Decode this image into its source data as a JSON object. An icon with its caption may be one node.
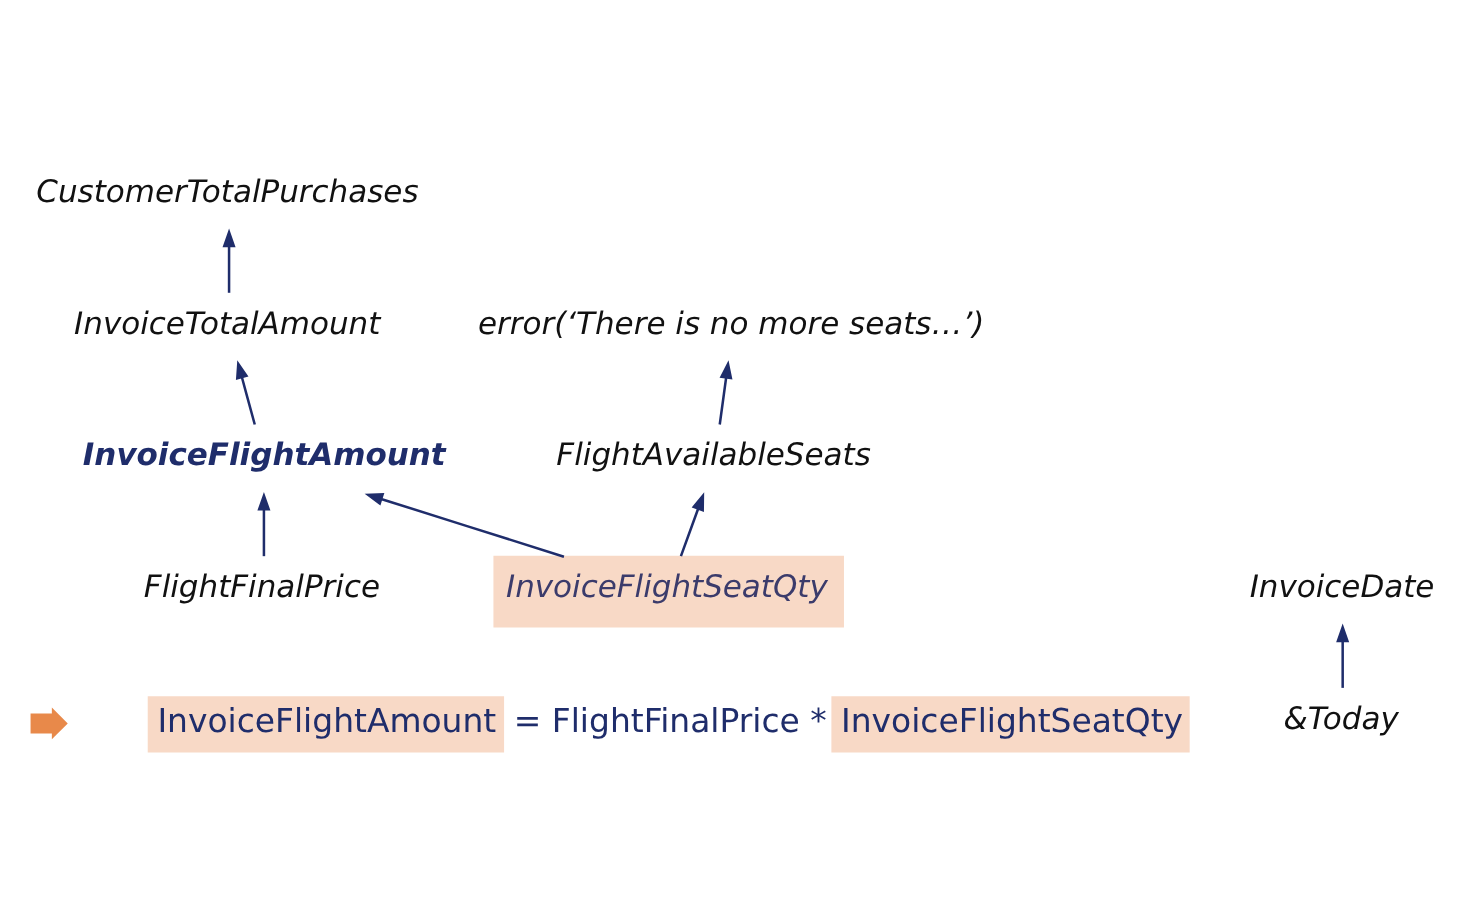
{
  "diagram": {
    "nodes": [
      {
        "text": [
          "CustomerTotalPurchases"
        ]
      },
      {
        "text": [
          "error(‘There is no more seats…’)"
        ]
      },
      {
        "text": [
          "InvoiceTotalAmount"
        ]
      },
      {
        "text": [
          "InvoiceDate"
        ]
      },
      {
        "text": [
          "FlightAvailableSeats"
        ]
      },
      {
        "text": [
          "InvoiceFlightAmount"
        ]
      },
      {
        "text": [
          "&Today"
        ]
      },
      {
        "text": [
          "FlightFinalPrice"
        ]
      },
      {
        "text": [
          "InvoiceFlightSeatQty"
        ]
      }
    ],
    "edges": [
      {
        "from": 2,
        "to": 0,
        "arrow": "to"
      },
      {
        "from": 4,
        "to": 1,
        "arrow": "to"
      },
      {
        "from": 5,
        "to": 2,
        "arrow": "to"
      },
      {
        "from": 6,
        "to": 3,
        "arrow": "to"
      },
      {
        "from": 8,
        "to": 4,
        "arrow": "to"
      },
      {
        "from": 8,
        "to": 5,
        "arrow": "to"
      },
      {
        "from": 7,
        "to": 5,
        "arrow": "to"
      }
    ],
    "labels": [
      "InvoiceFlightAmount",
      "= FlightFinalPrice *",
      "InvoiceFlightSeatQty"
    ]
  }
}
